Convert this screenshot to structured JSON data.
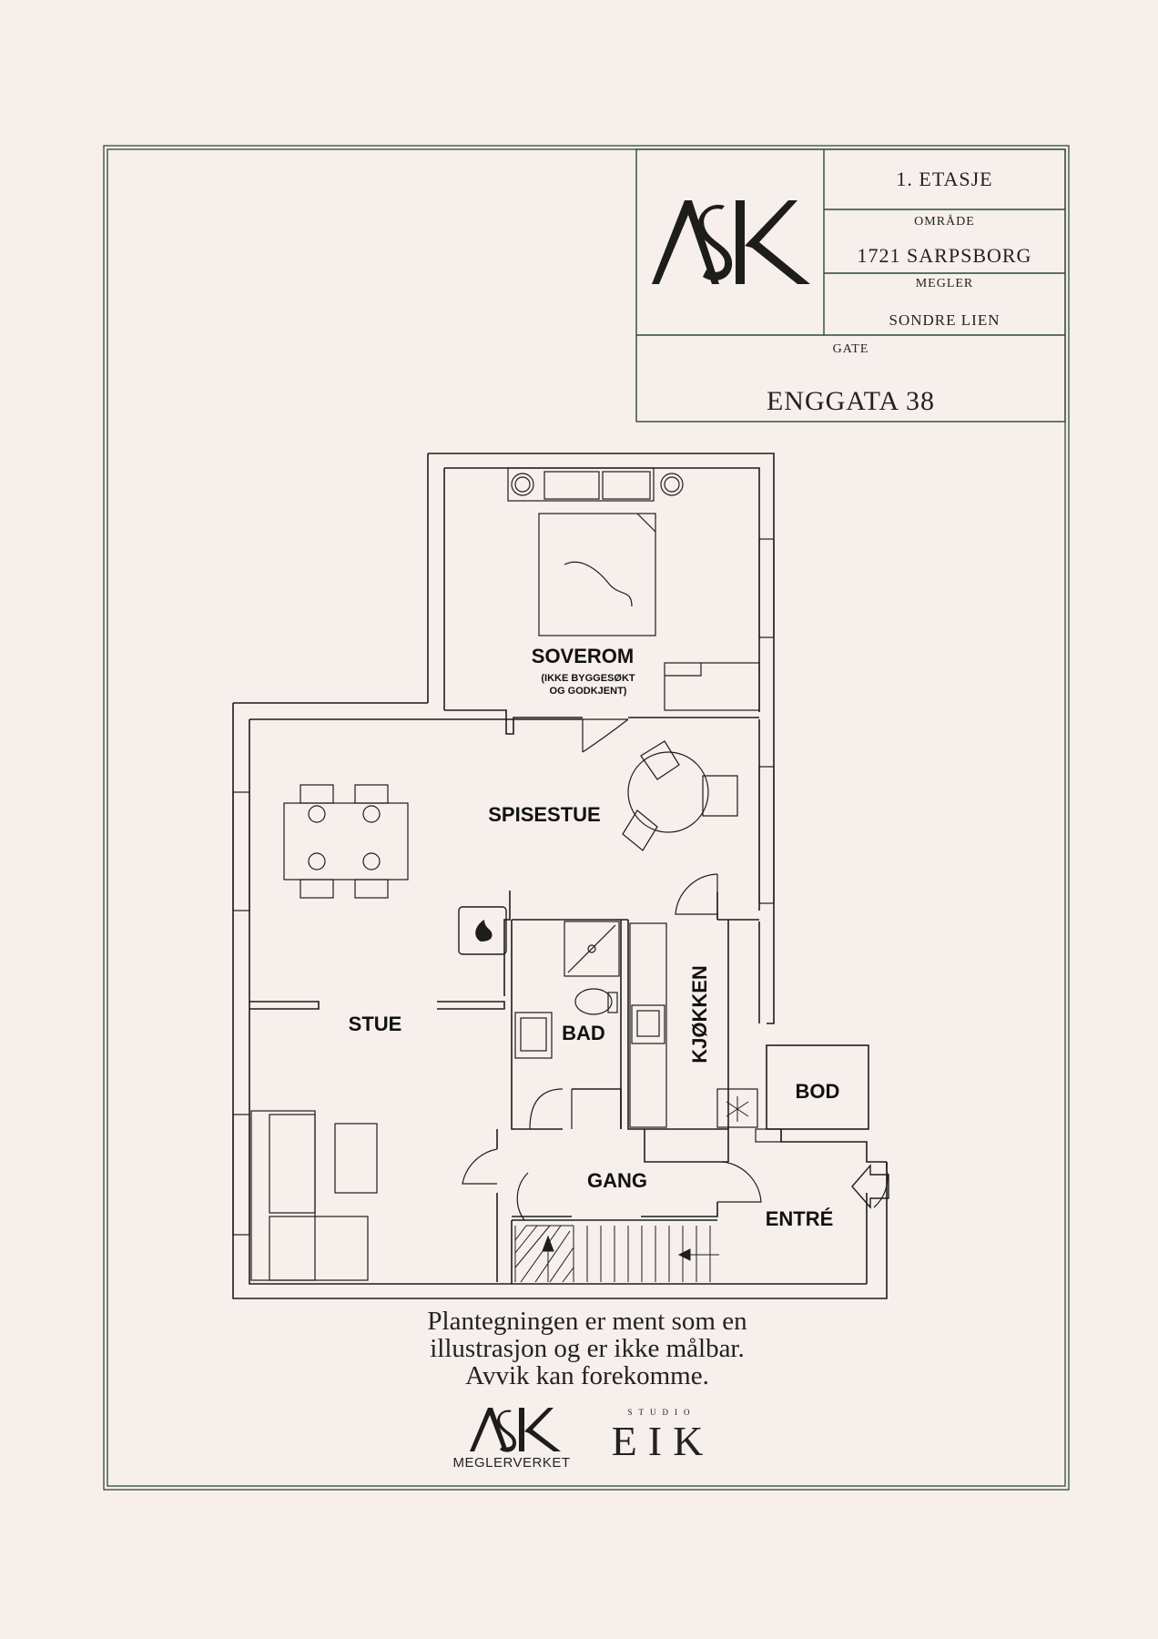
{
  "title_block": {
    "floor": "1. ETASJE",
    "area_label": "OMRÅDE",
    "area_value": "1721 SARPSBORG",
    "broker_label": "MEGLER",
    "broker_value": "SONDRE LIEN",
    "street_label": "GATE",
    "street_value": "ENGGATA 38",
    "logo_text": "ASK"
  },
  "rooms": {
    "soverom": "SOVEROM",
    "soverom_note_1": "(IKKE BYGGESØKT",
    "soverom_note_2": "OG GODKJENT)",
    "spisestue": "SPISESTUE",
    "stue": "STUE",
    "bad": "BAD",
    "kjokken": "KJØKKEN",
    "bod": "BOD",
    "gang": "GANG",
    "entre": "ENTRÉ"
  },
  "disclaimer": {
    "line1": "Plantegningen er ment som en",
    "line2": "illustrasjon og er ikke målbar.",
    "line3": "Avvik kan forekomme."
  },
  "footer": {
    "ask_logo_text": "ASK",
    "ask_sub": "MEGLERVERKET",
    "studio": "STUDIO",
    "eik": "EIK"
  },
  "colors": {
    "background": "#f6efeb",
    "frame": "#2f4a33",
    "walls": "#1d1d1b"
  }
}
